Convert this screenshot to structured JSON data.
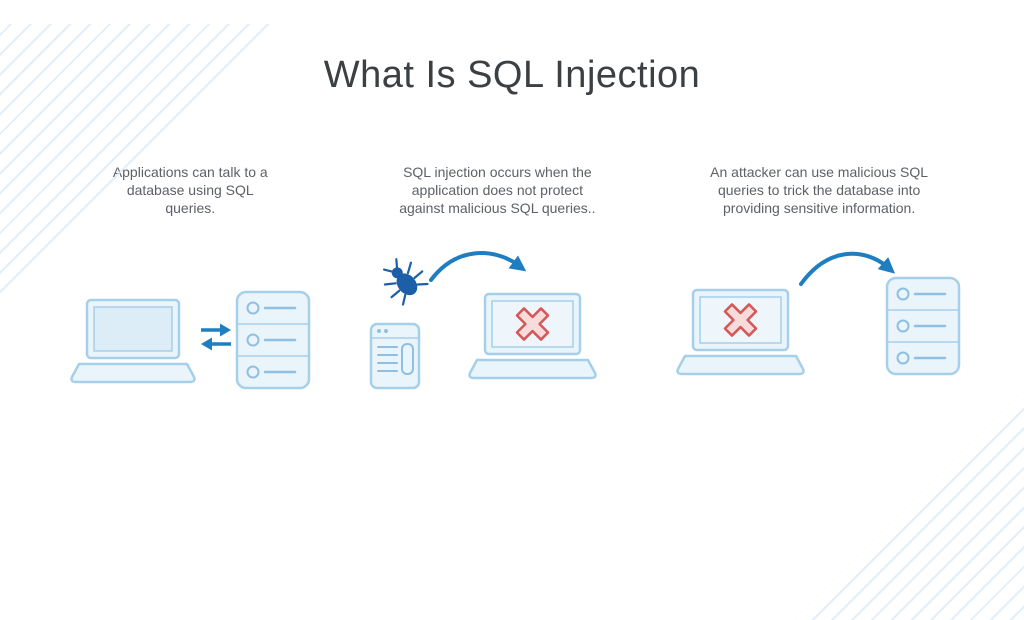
{
  "title": "What Is SQL Injection",
  "panels": [
    {
      "text": "Applications can talk to a database using SQL queries."
    },
    {
      "text": "SQL injection occurs when the application does not protect against malicious SQL queries.."
    },
    {
      "text": "An attacker can use malicious SQL queries to trick the database into providing sensitive information."
    }
  ],
  "colors": {
    "icon_outline_blue": "#a6cfe9",
    "icon_fill_blue": "#eaf4fb",
    "icon_inner_blue": "#dcedf8",
    "arrow_blue": "#1f7dc2",
    "bug_blue": "#1c5fa8",
    "error_red": "#d65757",
    "error_fill": "#f8dcdc",
    "stripe_blue": "#dcebf6",
    "title_text": "#3d4043",
    "body_text": "#5d6166"
  }
}
